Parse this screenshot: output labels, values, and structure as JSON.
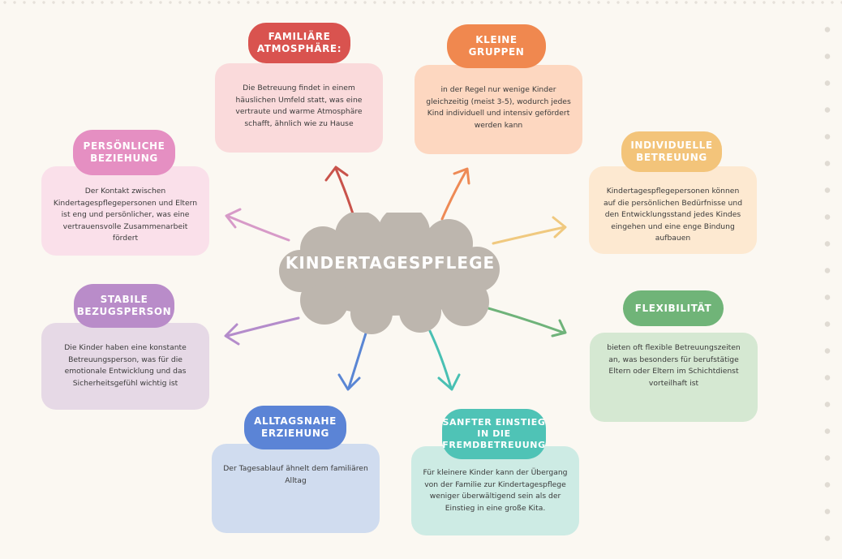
{
  "center": {
    "title": "KINDERTAGESPFLEGE",
    "color": "#bdb6ae"
  },
  "nodes": [
    {
      "id": "familiaere",
      "title": "FAMILIÄRE ATMOSPHÄRE:",
      "text": "Die Betreuung findet in einem häuslichen Umfeld statt, was eine vertraute und warme Atmosphäre schafft, ähnlich wie zu Hause",
      "tag_color": "#d9534f",
      "card_color": "#fadadb"
    },
    {
      "id": "kleine",
      "title": "KLEINE GRUPPEN",
      "text": "in der Regel nur wenige Kinder gleichzeitig (meist 3-5), wodurch jedes Kind individuell und intensiv gefördert werden kann",
      "tag_color": "#f0884f",
      "card_color": "#fdd7c0"
    },
    {
      "id": "individuelle",
      "title": "INDIVIDUELLE BETREUUNG",
      "text": "Kindertagespflegepersonen können auf die persönlichen Bedürfnisse und den Entwicklungsstand jedes Kindes eingehen und eine enge Bindung aufbauen",
      "tag_color": "#f3c47a",
      "card_color": "#fde9d1"
    },
    {
      "id": "flexibilitaet",
      "title": "FLEXIBILITÄT",
      "text": "bieten oft flexible Betreuungszeiten an, was besonders für berufstätige Eltern oder Eltern im Schichtdienst vorteilhaft ist",
      "tag_color": "#70b478",
      "card_color": "#d5e8d2"
    },
    {
      "id": "sanfter",
      "title": "SANFTER EINSTIEG IN DIE FREMDBETREUUNG",
      "text": "Für kleinere Kinder kann der Übergang von der Familie zur Kindertagespflege weniger überwältigend sein als der Einstieg in eine große Kita.",
      "tag_color": "#4fc3b6",
      "card_color": "#cdebe4"
    },
    {
      "id": "alltagsnahe",
      "title": "ALLTAGSNAHE ERZIEHUNG",
      "text": "Der Tagesablauf ähnelt dem familiären Alltag",
      "tag_color": "#5b84d6",
      "card_color": "#d0dcef"
    },
    {
      "id": "stabile",
      "title": "STABILE BEZUGSPERSON",
      "text": "Die Kinder haben eine konstante Betreuungsperson, was für die emotionale Entwicklung und das Sicherheitsgefühl wichtig ist",
      "tag_color": "#b98cc9",
      "card_color": "#e6d9e6"
    },
    {
      "id": "persoenliche",
      "title": "PERSÖNLICHE BEZIEHUNG",
      "text": "Der Kontakt zwischen Kindertagespflegepersonen und Eltern ist eng und persönlicher, was eine vertrauensvolle Zusammenarbeit fördert",
      "tag_color": "#e58fc2",
      "card_color": "#fae0ea"
    }
  ]
}
